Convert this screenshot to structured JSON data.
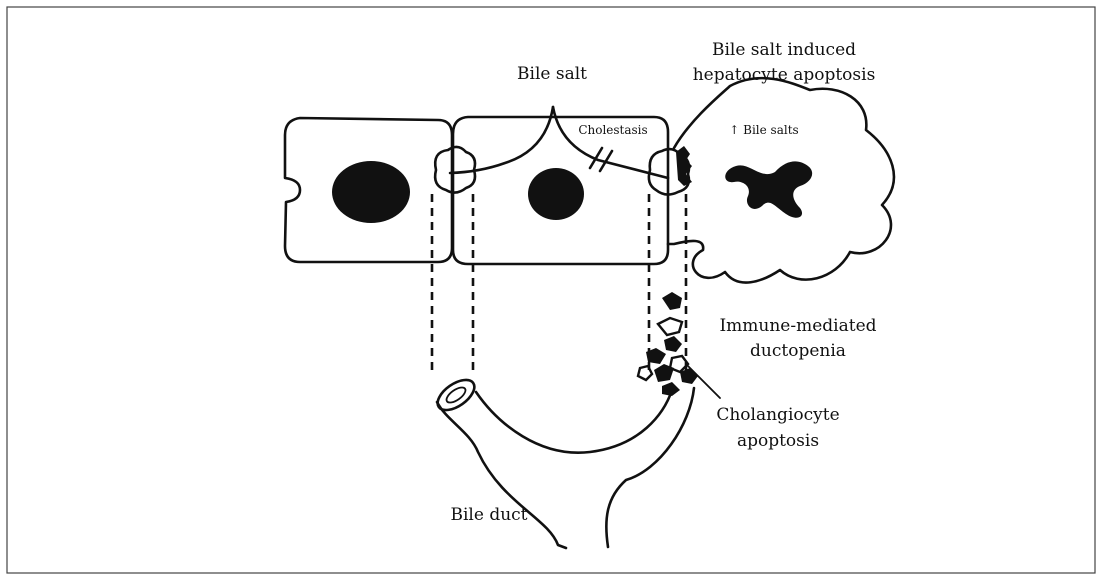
{
  "labels": {
    "bile_salt": "Bile salt",
    "hepatocyte_apoptosis_line1": "Bile salt induced",
    "hepatocyte_apoptosis_line2": "hepatocyte apoptosis",
    "cholestasis": "Cholestasis",
    "bile_salts_up": "↑ Bile salts",
    "immune_line1": "Immune-mediated",
    "immune_line2": "ductopenia",
    "cholangiocyte_line1": "Cholangiocyte",
    "cholangiocyte_line2": "apoptosis",
    "bile_duct": "Bile duct"
  },
  "colors": {
    "stroke": "#111111",
    "background": "#ffffff"
  }
}
